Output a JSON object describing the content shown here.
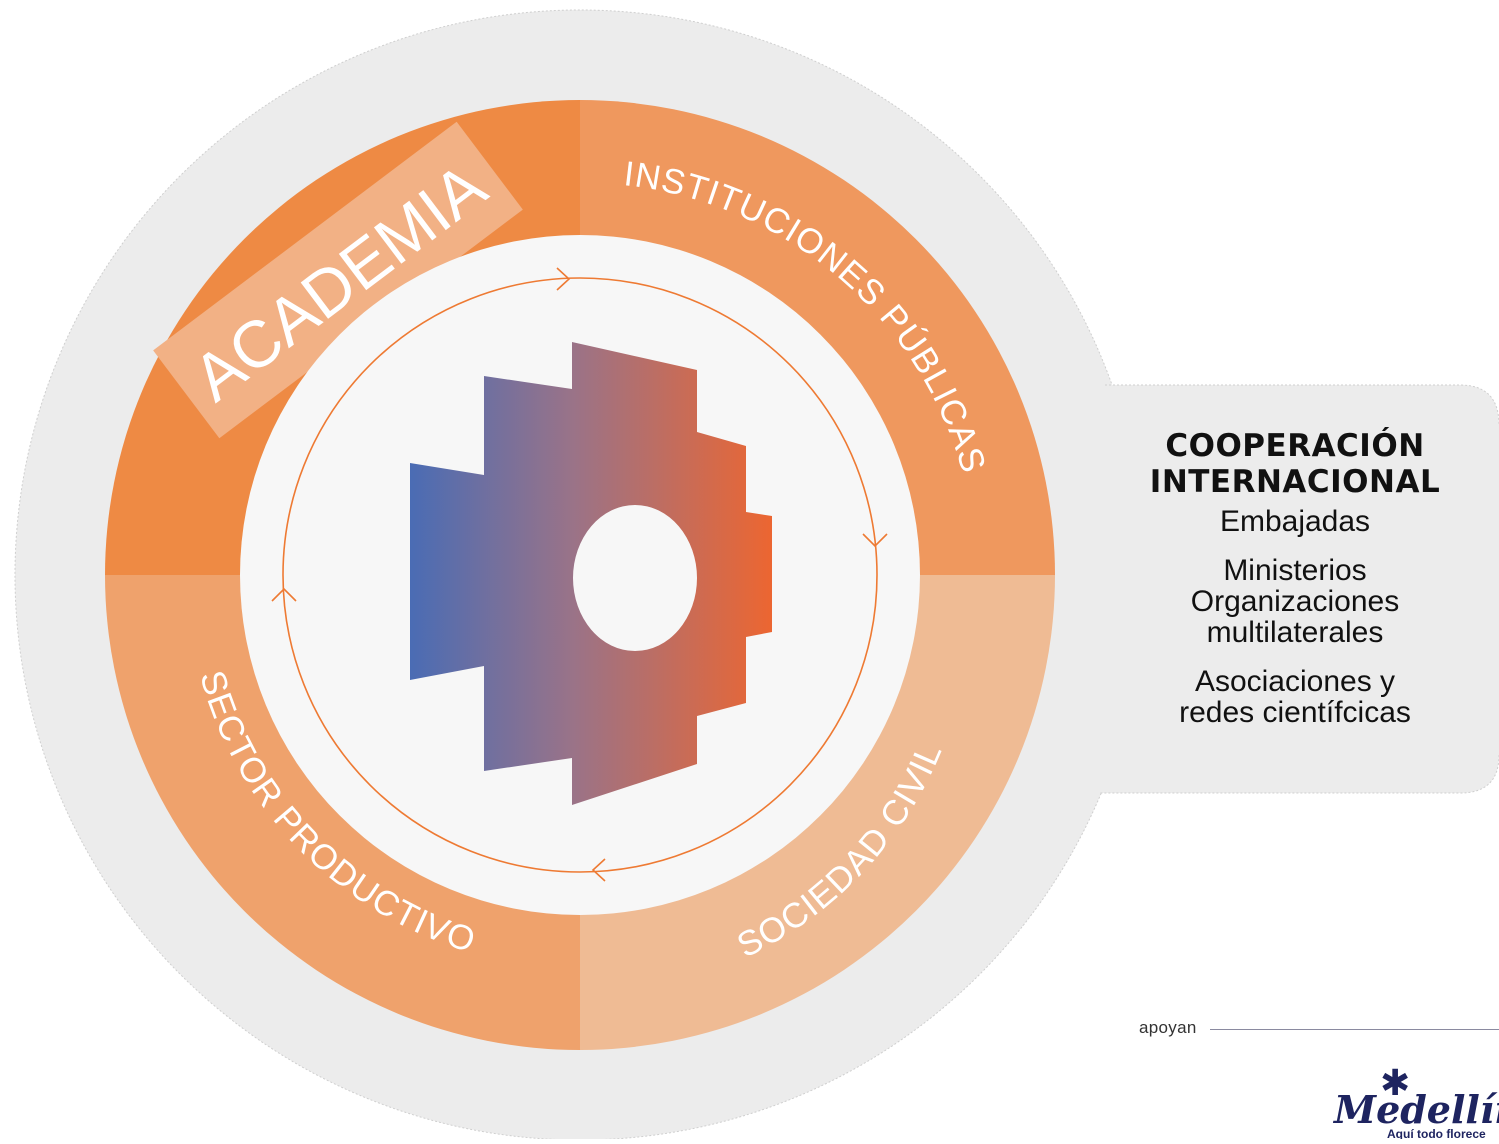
{
  "colors": {
    "outer_background": "#ececec",
    "academia": "#ee8a44",
    "instituciones_publicas": "#ef985e",
    "sociedad_civil": "#efbb94",
    "sector_productivo": "#efa26c",
    "academia_banner": "#f2b185",
    "inner_circle": "#f7f7f7",
    "cycle_line": "#ee7a33",
    "logo_gradient_start": "#4a6cb4",
    "logo_gradient_end": "#ec6631",
    "brand": "#1e2460"
  },
  "sectors": {
    "academia": "ACADEMIA",
    "instituciones_publicas": "INSTITUCIONES PÚBLICAS",
    "sociedad_civil": "SOCIEDAD CIVIL",
    "sector_productivo": "SECTOR PRODUCTIVO"
  },
  "cooperacion": {
    "title_line1": "COOPERACIÓN",
    "title_line2": "INTERNACIONAL",
    "embajadas": "Embajadas",
    "ministerios": "Ministerios",
    "organizaciones": "Organizaciones",
    "multilaterales": "multilaterales",
    "asociaciones": "Asociaciones y",
    "redes": "redes científcicas"
  },
  "footer": {
    "apoyan": "apoyan",
    "brand_name": "Medellín",
    "brand_tagline": "Aquí todo florece",
    "brand_icon": "asterisk-flower-icon"
  }
}
